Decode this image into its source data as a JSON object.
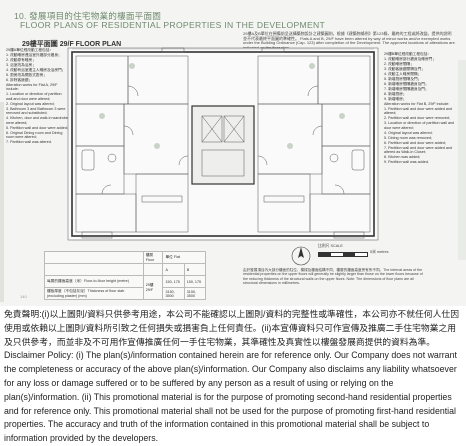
{
  "header": {
    "title_zh": "10. 發展項目的住宅物業的樓面平面圖",
    "title_en": "FLOOR PLANS OF RESIDENTIAL PROPERTIES IN THE DEVELOPMENT",
    "floor_title": "29樓平面圖 29/F FLOOR PLAN"
  },
  "notes_top": "29樓A及B單位在預備前呈送構築物設計之建築圖則，根據《建築物條例》第123條，最終的工程或將改變。提供的說明並不代表最終平面圖的準確性。 Flats A and B, 29/F have been altered by way of minor works and/or exempted works under the Building Ordinance (Cap. 123) after completion of the Development. The approved locations of alterations are indicated on the floor plan.",
  "left_notes": [
    "29樓A單位經改動工程包括：",
    "1. 改動睡房連浴室外牆部分牆身；",
    "2. 改動原有睡房；",
    "3. 浴室改為浴房；",
    "4. 改動有浴室連主人睡房及浴房門；",
    "5. 廚房改為開放式廚房；",
    "6. 拆除客飯廳；",
    "Alteration works for Flat A, 29/F include:",
    "1. Location or direction of partition wall and door were altered;",
    "2. Original layout was altered;",
    "3. Bathroom 3 and Bathroom 3 were removed and substituted;",
    "4. Kitchen, door and walk-in wardrobe were altered;",
    "5. Partition wall and door were added;",
    "6. Original Dining room and Dining room were altered;",
    "7. Partition wall was altered."
  ],
  "right_notes": [
    "29樓B單位經改動工程包括：",
    "1. 改動睡房部分牆身及睡房門；",
    "2. 改動睡房間隔；",
    "3. 改動客飯廳間隔及門；",
    "4. 改動主人睡房間隔；",
    "5. 新增廚房間隔及門；",
    "6. 新增睡房間隔牆身及門；",
    "7. 新增睡房間隔牆身及門；",
    "8. 新增廚房；",
    "9. 新增睡房；",
    "Alteration works for Flat B, 29/F include:",
    "1. Partition wall and door were added and altered;",
    "2. Partition wall and door were removed;",
    "3. Location or direction of partition wall and door were altered;",
    "4. Original layout was altered;",
    "5. Dining room was removed;",
    "6. Partition wall and door were added;",
    "7. Partition wall and door were added and altered as Walk-in Closet;",
    "8. Kitchen was added;",
    "9. Partition wall was added."
  ],
  "table": {
    "col_flat": "樓層 Floor",
    "col_unit": "單位 Flat",
    "col_a": "A",
    "col_b": "B",
    "row1_label": "每層的樓面高度（米）Floor-to-floor height (metre)",
    "row1_a": "150, 175",
    "row1_b": "150, 175",
    "row2_label": "樓板厚度（不包括灰泥）Thickness of floor slab (excluding plaster) (mm)",
    "row2_a": "3150, 3500",
    "row2_b": "3150, 3500",
    "floor": "29樓 29/F"
  },
  "scale": {
    "label": "比例尺 SCALE",
    "unit": "5米 metres"
  },
  "notes_bottom": "由於發展項目內大部分樓面的柱位、橫樑及樓面結構不同，樓層的樓面高度會有所不同。The internal areas of the residential properties on the upper floors will generally be slightly larger than those on the lower floors because of the reducing thickness of the structural walls on the upper floors. Note: The dimensions of floor plans are all structural dimensions in millimetres.",
  "page_number": "140",
  "disclaimer": {
    "zh": "免責聲明:(i)以上圖則/資料只供參考用途，本公司不能確認以上圖則/資料的完整性或準確性，本公司亦不就任何人仕因使用或依賴以上圖則/資料所引致之任何損失或損害負上任何責任。(ii)本宣傳資料只可作宣傳及推廣二手住宅物業之用及只供參考，而並非及不可用作宣傳推廣任何一手住宅物業，其準確性及真實性以樓盤發展商提供的資料為準。",
    "en": "Disclaimer Policy: (i) The plan(s)/information contained herein are for reference only. Our Company does not warrant the completeness or accuracy of the above plan(s)/information. Our Company also disclaims any liability whatsoever for any loss or damage suffered or to be suffered by any person as a result of using or relying on the plan(s)/information. (ii) This promotional material is for the purpose of promoting second-hand residential properties and for reference only. This promotional material shall not be used for the purpose of promoting first-hand residential properties. The accuracy and truth of the information contained in this promotional material shall be subject to information provided by the developers."
  }
}
